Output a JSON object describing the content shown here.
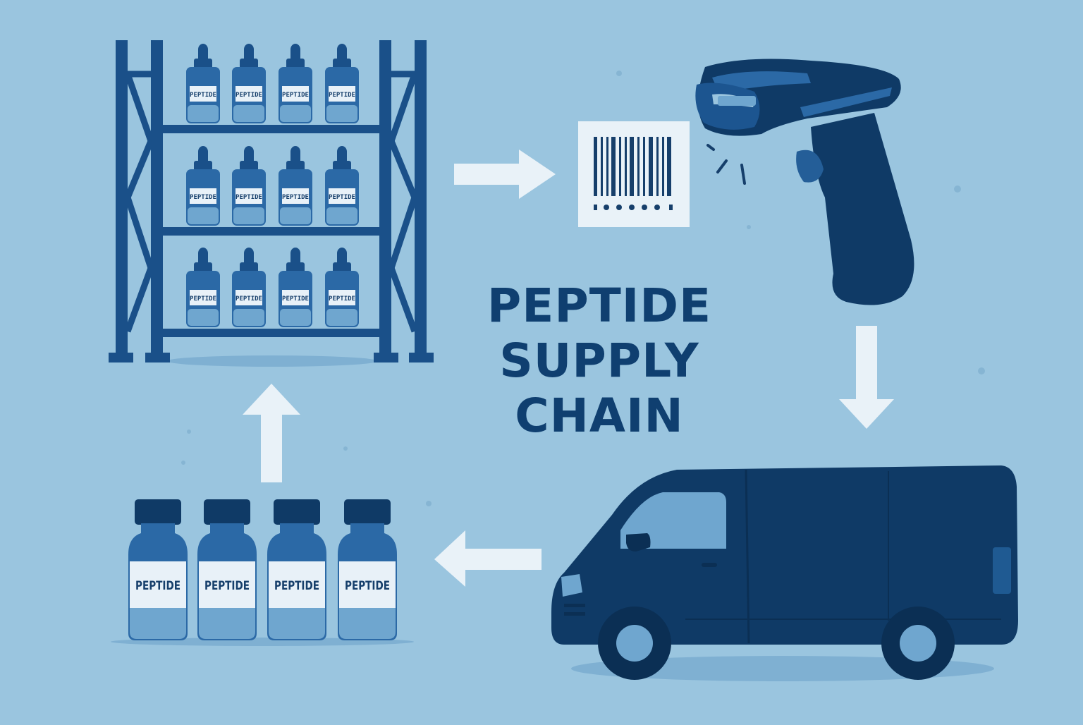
{
  "title_lines": [
    "PEPTIDE",
    "SUPPLY",
    "CHAIN"
  ],
  "vial_label": "PEPTIDE",
  "bottle_label": "PEPTIDE",
  "colors": {
    "background": "#9ac5df",
    "dark_navy": "#0f3a66",
    "mid_blue": "#1f5a92",
    "light_blue": "#6fa6cf",
    "label_white": "#e8f1f8",
    "arrow": "#e9f2f8"
  },
  "icons": [
    "storage-rack-icon",
    "barcode-icon",
    "barcode-scanner-icon",
    "delivery-van-icon",
    "peptide-bottles-icon"
  ]
}
